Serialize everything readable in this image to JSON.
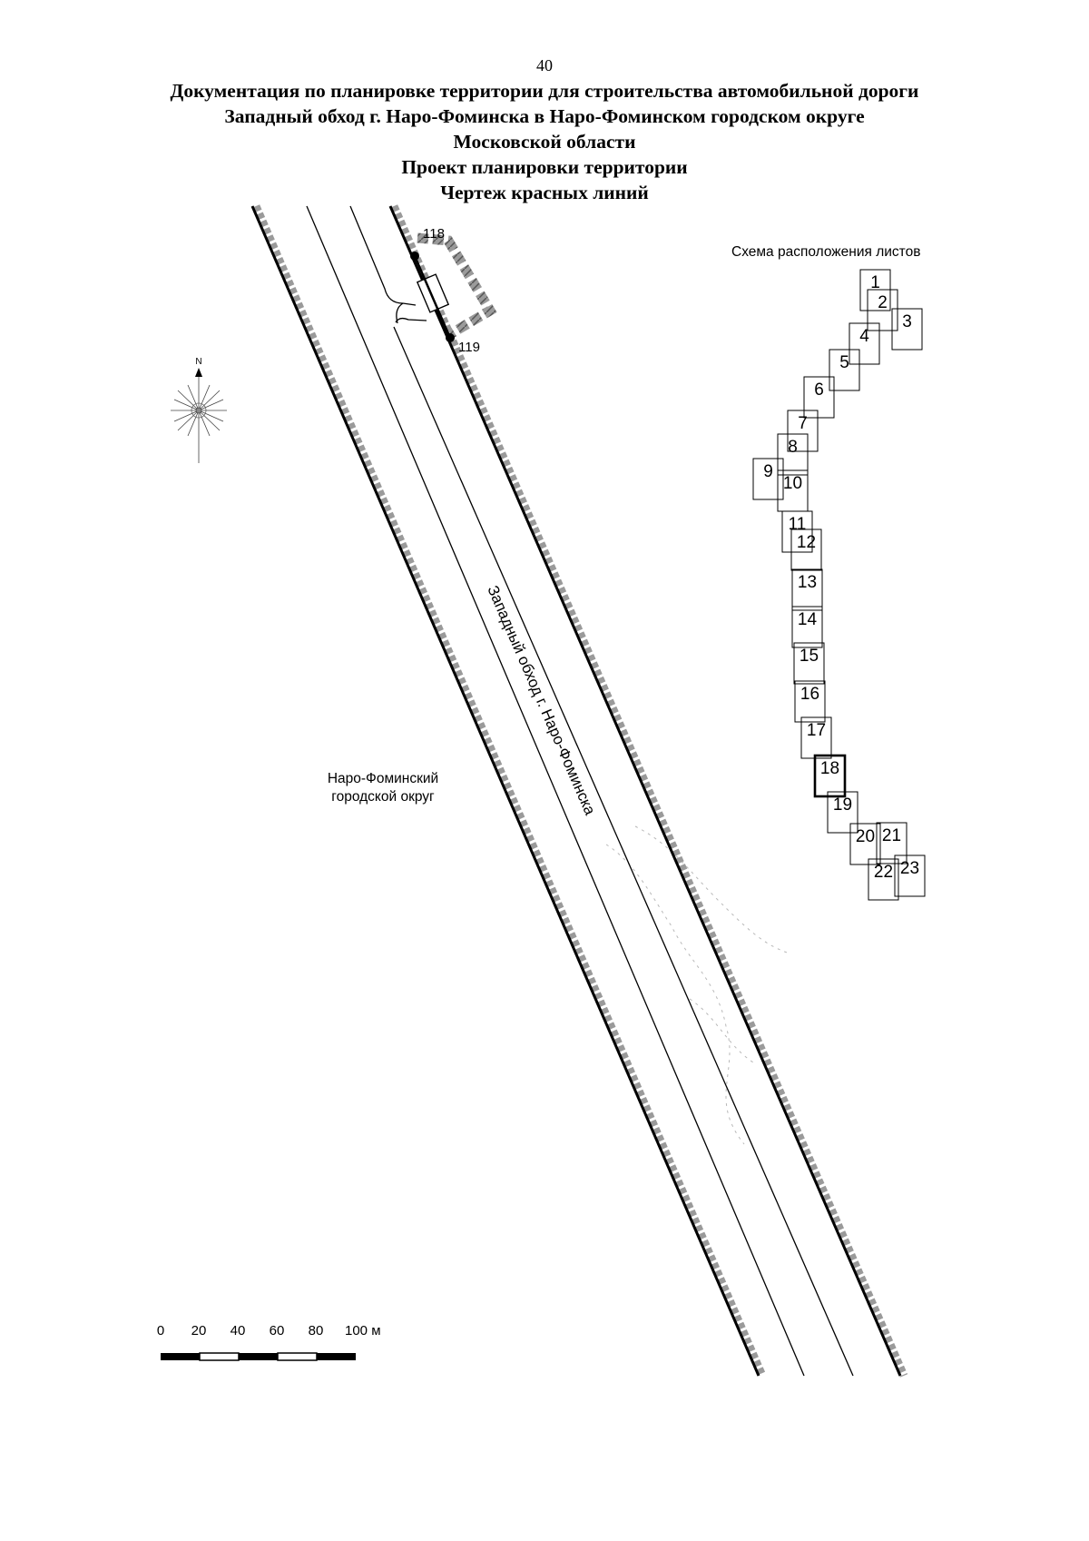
{
  "page_number": "40",
  "header": {
    "line1": "Документация по планировке территории для строительства автомобильной дороги",
    "line2": "Западный обход г. Наро-Фоминска в Наро-Фоминском городском округе",
    "line3": "Московской области",
    "line4": "Проект планировки территории",
    "line5": "Чертеж красных линий"
  },
  "map": {
    "road_label": "Западный обход г. Наро-Фоминска",
    "district_label_line1": "Наро-Фоминский",
    "district_label_line2": "городской округ",
    "points": [
      "118",
      "119"
    ],
    "north_label": "N"
  },
  "scale_bar": {
    "ticks": [
      "0",
      "20",
      "40",
      "60",
      "80",
      "100 м"
    ]
  },
  "sheet_index": {
    "title": "Схема расположения листов",
    "sheets": [
      "1",
      "2",
      "3",
      "4",
      "5",
      "6",
      "7",
      "8",
      "9",
      "10",
      "11",
      "12",
      "13",
      "14",
      "15",
      "16",
      "17",
      "18",
      "19",
      "20",
      "21",
      "22",
      "23"
    ],
    "current_sheet": "18"
  }
}
